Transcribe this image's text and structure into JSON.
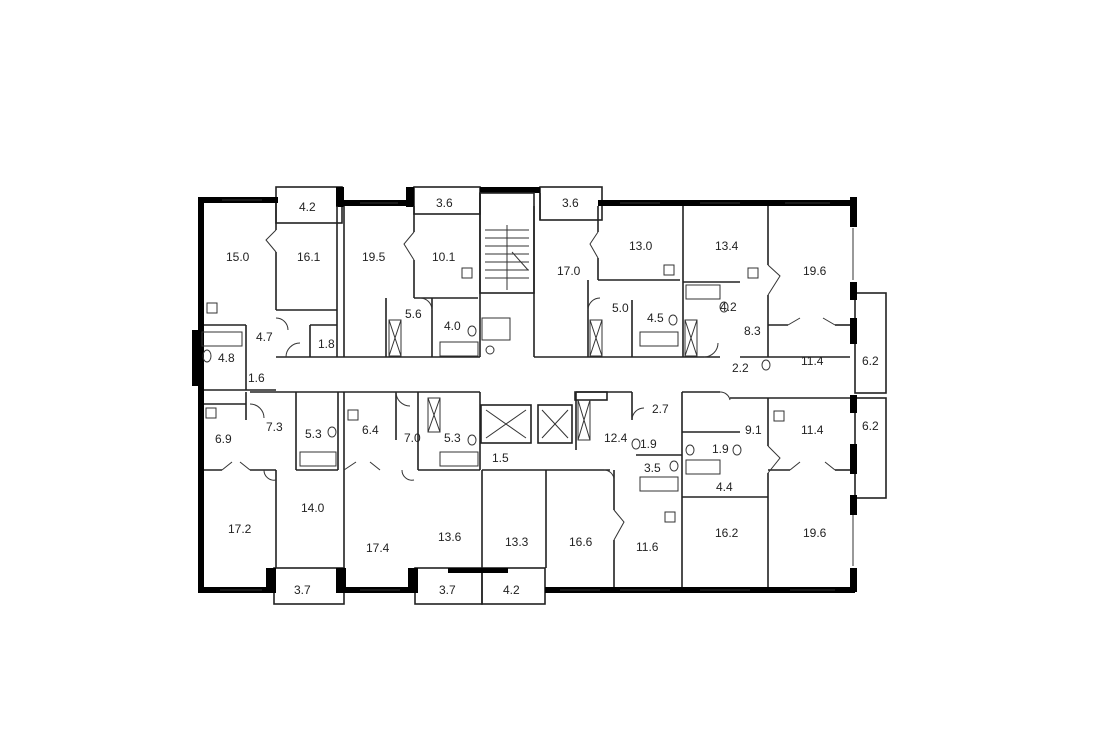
{
  "floor_plan": {
    "room_areas": [
      "15.0",
      "16.1",
      "4.2",
      "19.5",
      "3.6",
      "10.1",
      "17.0",
      "3.6",
      "13.0",
      "13.4",
      "19.6",
      "4.7",
      "1.8",
      "4.8",
      "1.6",
      "5.6",
      "4.0",
      "5.0",
      "4.5",
      "4.2",
      "8.3",
      "11.4",
      "6.2",
      "2.2",
      "6.9",
      "7.3",
      "5.3",
      "6.4",
      "7.0",
      "5.3",
      "2.7",
      "12.4",
      "1.9",
      "1.9",
      "9.1",
      "11.4",
      "6.2",
      "1.5",
      "3.5",
      "4.4",
      "17.2",
      "14.0",
      "17.4",
      "13.6",
      "13.3",
      "16.6",
      "11.6",
      "16.2",
      "19.6",
      "3.7",
      "3.7",
      "4.2"
    ]
  }
}
